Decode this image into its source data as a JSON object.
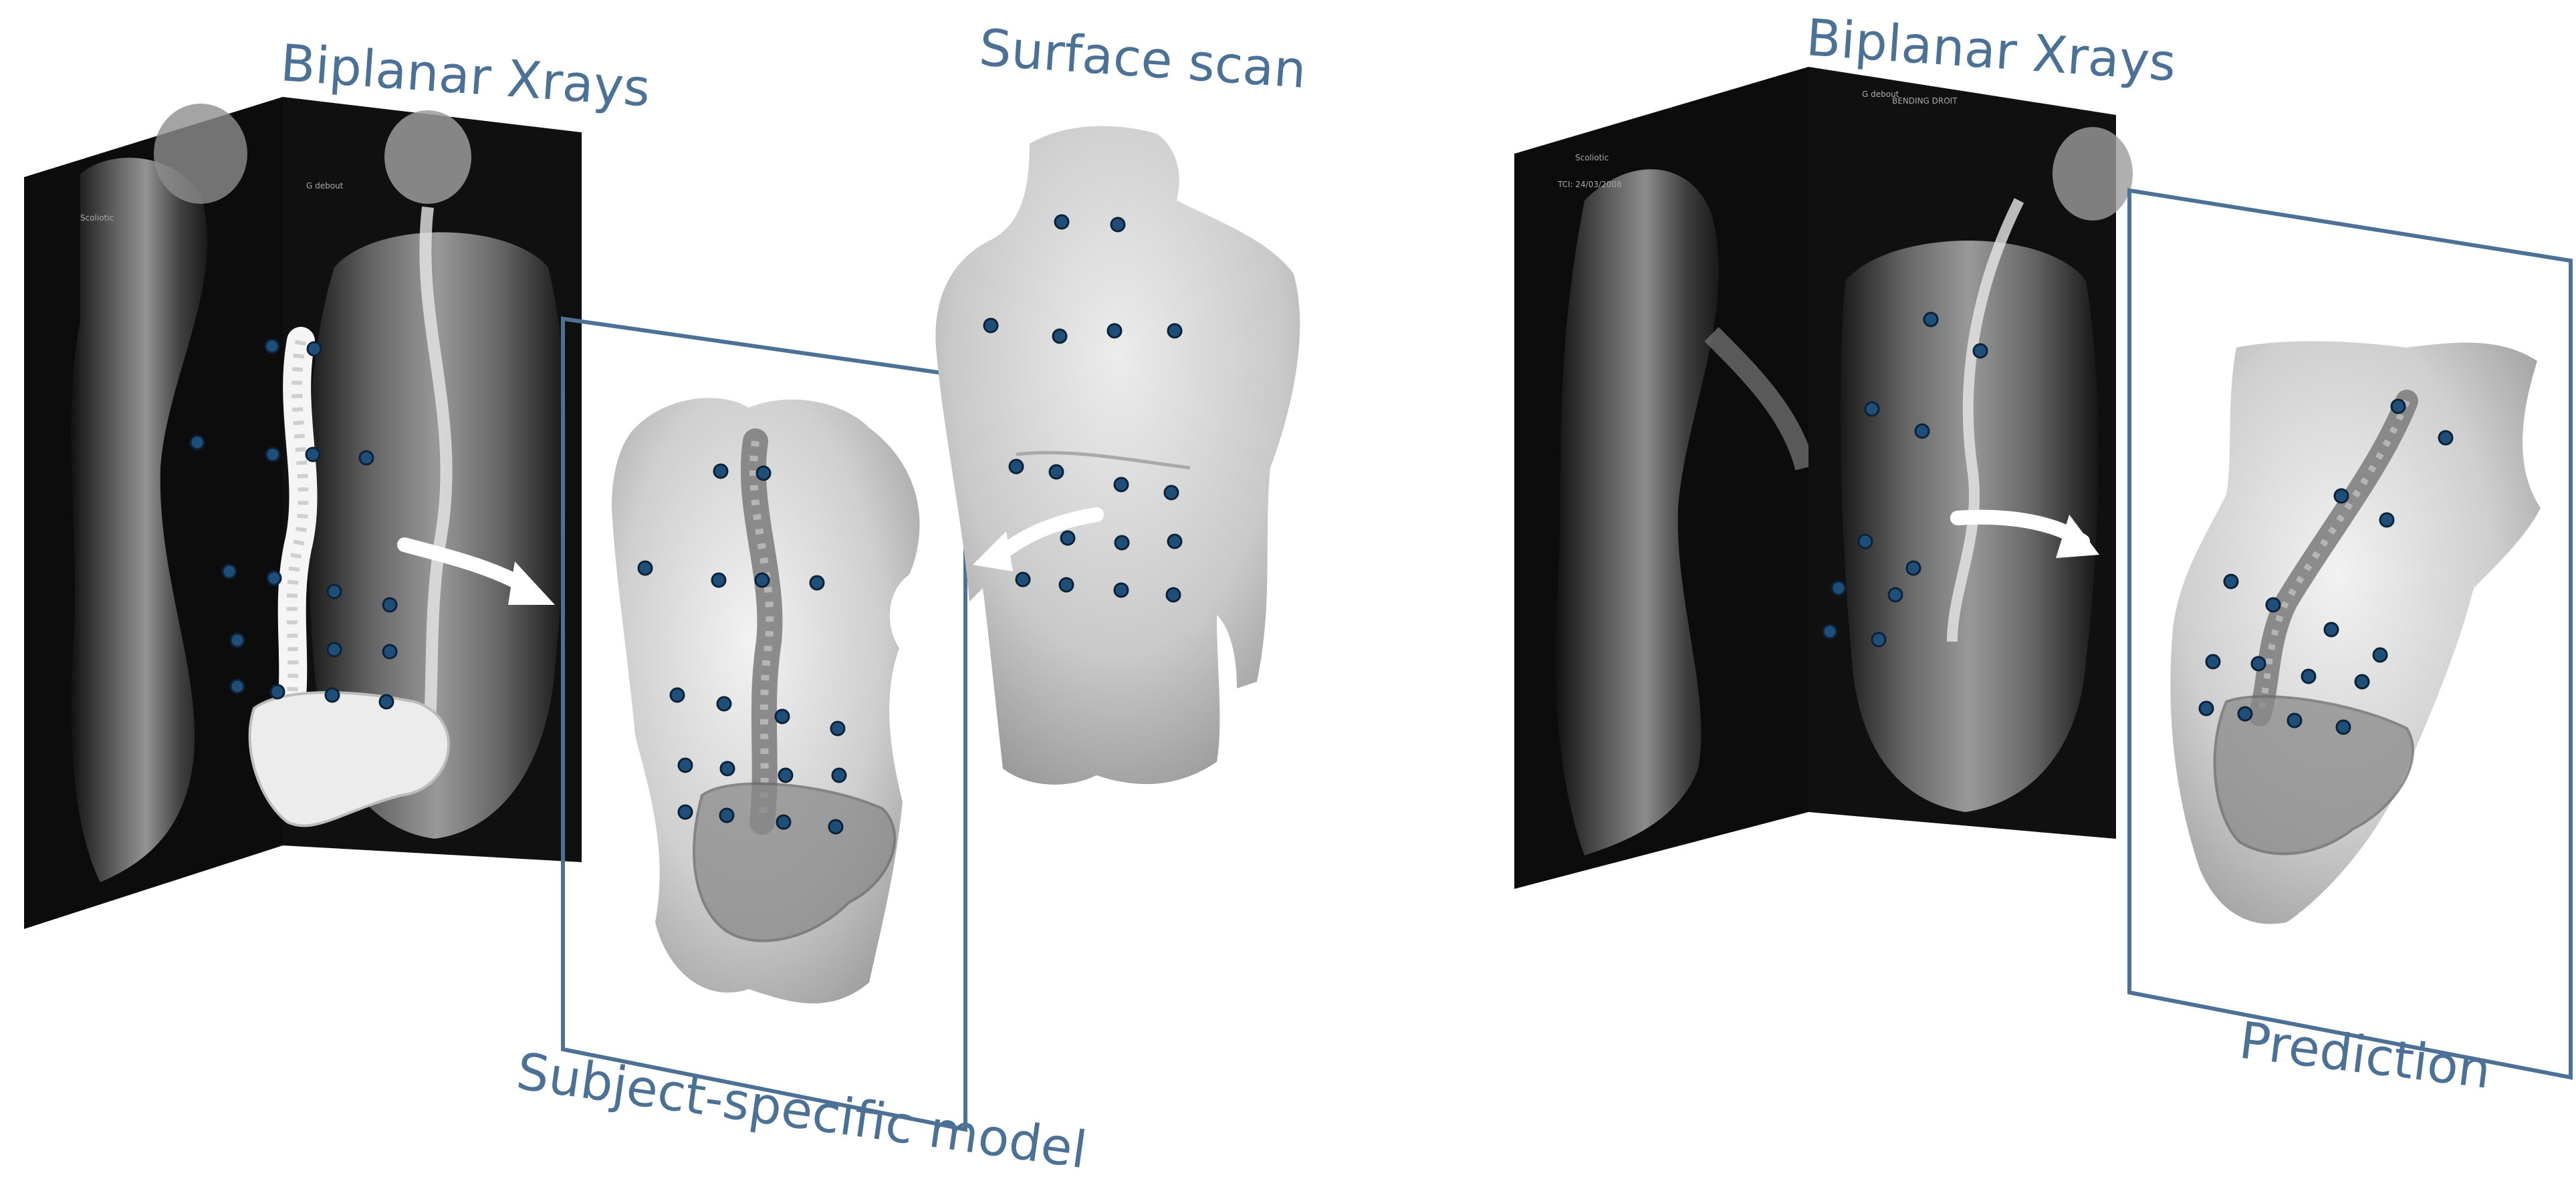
{
  "labels": {
    "biplanar_left": "Biplanar Xrays",
    "surface_scan": "Surface scan",
    "subject_specific": "Subject-specific model",
    "biplanar_right": "Biplanar Xrays",
    "prediction": "Prediction"
  },
  "xray_annotations": {
    "left_lateral_tag": "Scoliotic",
    "left_frontal_tag": "G debout",
    "right_lateral_tag": "Scoliotic",
    "right_lateral_id": "TCI: 24/03/2008",
    "right_frontal_tag": "G debout",
    "right_frontal_title": "BENDING DROIT"
  },
  "colors": {
    "label": "#4d7194",
    "marker": "#1f4e78",
    "frame": "#4d7194",
    "xray_bg": "#0b0b0b"
  },
  "icons": {
    "arrow": "curved-arrow-icon",
    "marker": "surface-marker-dot"
  }
}
